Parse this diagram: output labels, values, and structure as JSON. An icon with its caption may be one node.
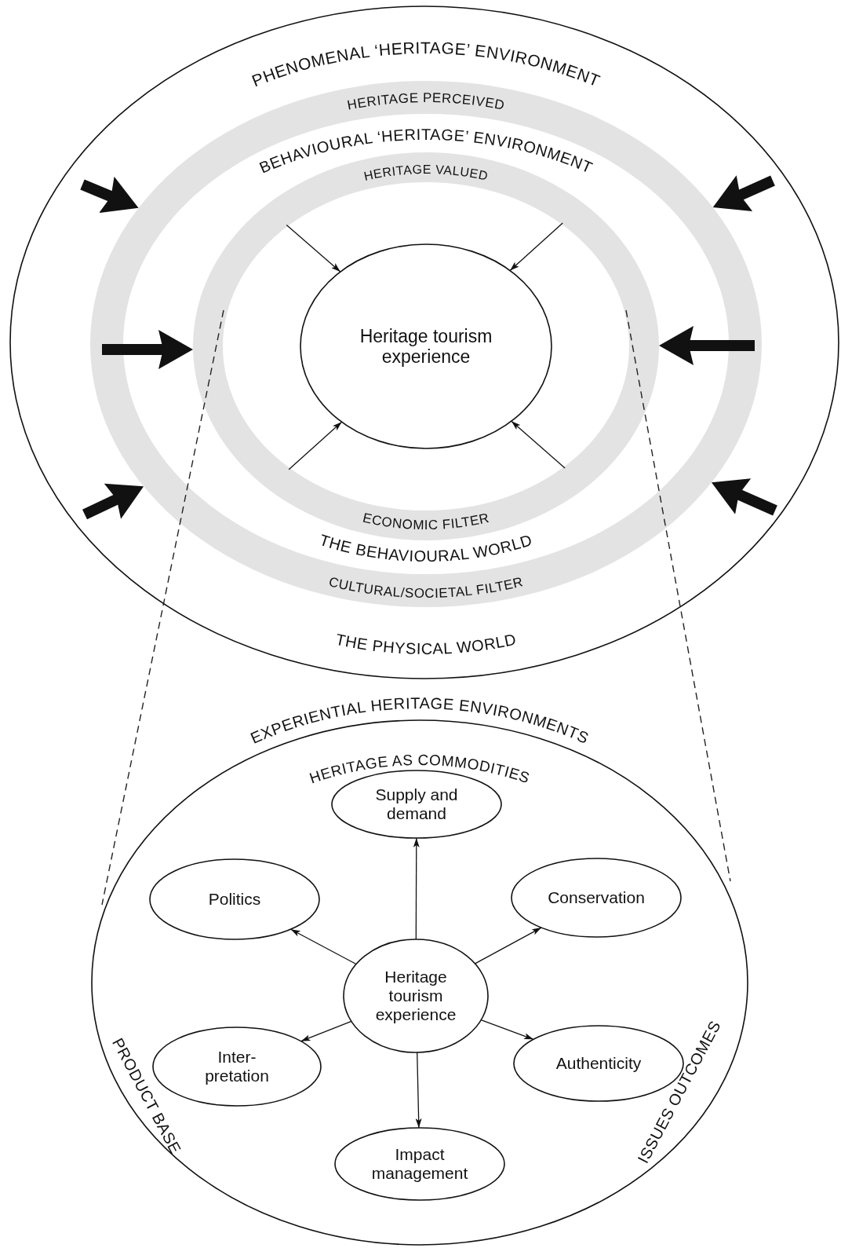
{
  "diagram": {
    "nodes": [
      {
        "text": [
          "PHENOMENAL ‘HERITAGE’ ENVIRONMENT",
          "THE PHYSICAL WORLD"
        ]
      },
      {
        "text": [
          "HERITAGE PERCEIVED",
          "CULTURAL/SOCIETAL FILTER"
        ],
        "in": 0
      },
      {
        "text": [
          "HERITAGE VALUED",
          "ECONOMIC FILTER"
        ],
        "in": 1
      },
      {
        "text": [
          "Heritage tourism experience"
        ],
        "in": 2
      },
      {
        "text": [
          "EXPERIENTIAL HERITAGE ENVIRONMENTS",
          "HERITAGE AS COMMODITIES"
        ]
      },
      {
        "text": [
          "Supply and demand"
        ],
        "in": 4
      },
      {
        "text": [
          "Politics"
        ],
        "in": 4
      },
      {
        "text": [
          "Conservation"
        ],
        "in": 4
      },
      {
        "text": [
          "Heritage tourism experience"
        ],
        "in": 4
      },
      {
        "text": [
          "Inter- pretation"
        ],
        "in": 4
      },
      {
        "text": [
          "Authenticity"
        ],
        "in": 4
      },
      {
        "text": [
          "Impact management"
        ],
        "in": 4
      }
    ],
    "edges": [
      {
        "from": null,
        "to": 1,
        "arrow": "to",
        "style": "thick"
      },
      {
        "from": null,
        "to": 1,
        "arrow": "to",
        "style": "thick"
      },
      {
        "from": null,
        "to": 2,
        "arrow": "to",
        "style": "thick"
      },
      {
        "from": null,
        "to": 2,
        "arrow": "to",
        "style": "thick"
      },
      {
        "from": null,
        "to": 1,
        "arrow": "to",
        "style": "thick"
      },
      {
        "from": null,
        "to": 1,
        "arrow": "to",
        "style": "thick"
      },
      {
        "from": 2,
        "to": 3,
        "arrow": "to"
      },
      {
        "from": 2,
        "to": 3,
        "arrow": "to"
      },
      {
        "from": 2,
        "to": 3,
        "arrow": "to"
      },
      {
        "from": 2,
        "to": 3,
        "arrow": "to"
      },
      {
        "from": 8,
        "to": 5,
        "arrow": "to"
      },
      {
        "from": 8,
        "to": 6,
        "arrow": "to"
      },
      {
        "from": 8,
        "to": 7,
        "arrow": "to"
      },
      {
        "from": 8,
        "to": 9,
        "arrow": "to"
      },
      {
        "from": 8,
        "to": 10,
        "arrow": "to"
      },
      {
        "from": 8,
        "to": 11,
        "arrow": "to"
      }
    ],
    "labels": [
      "BEHAVIOURAL ‘HERITAGE’ ENVIRONMENT",
      "THE BEHAVIOURAL WORLD",
      "PRODUCT BASE",
      "ISSUES OUTCOMES"
    ]
  }
}
